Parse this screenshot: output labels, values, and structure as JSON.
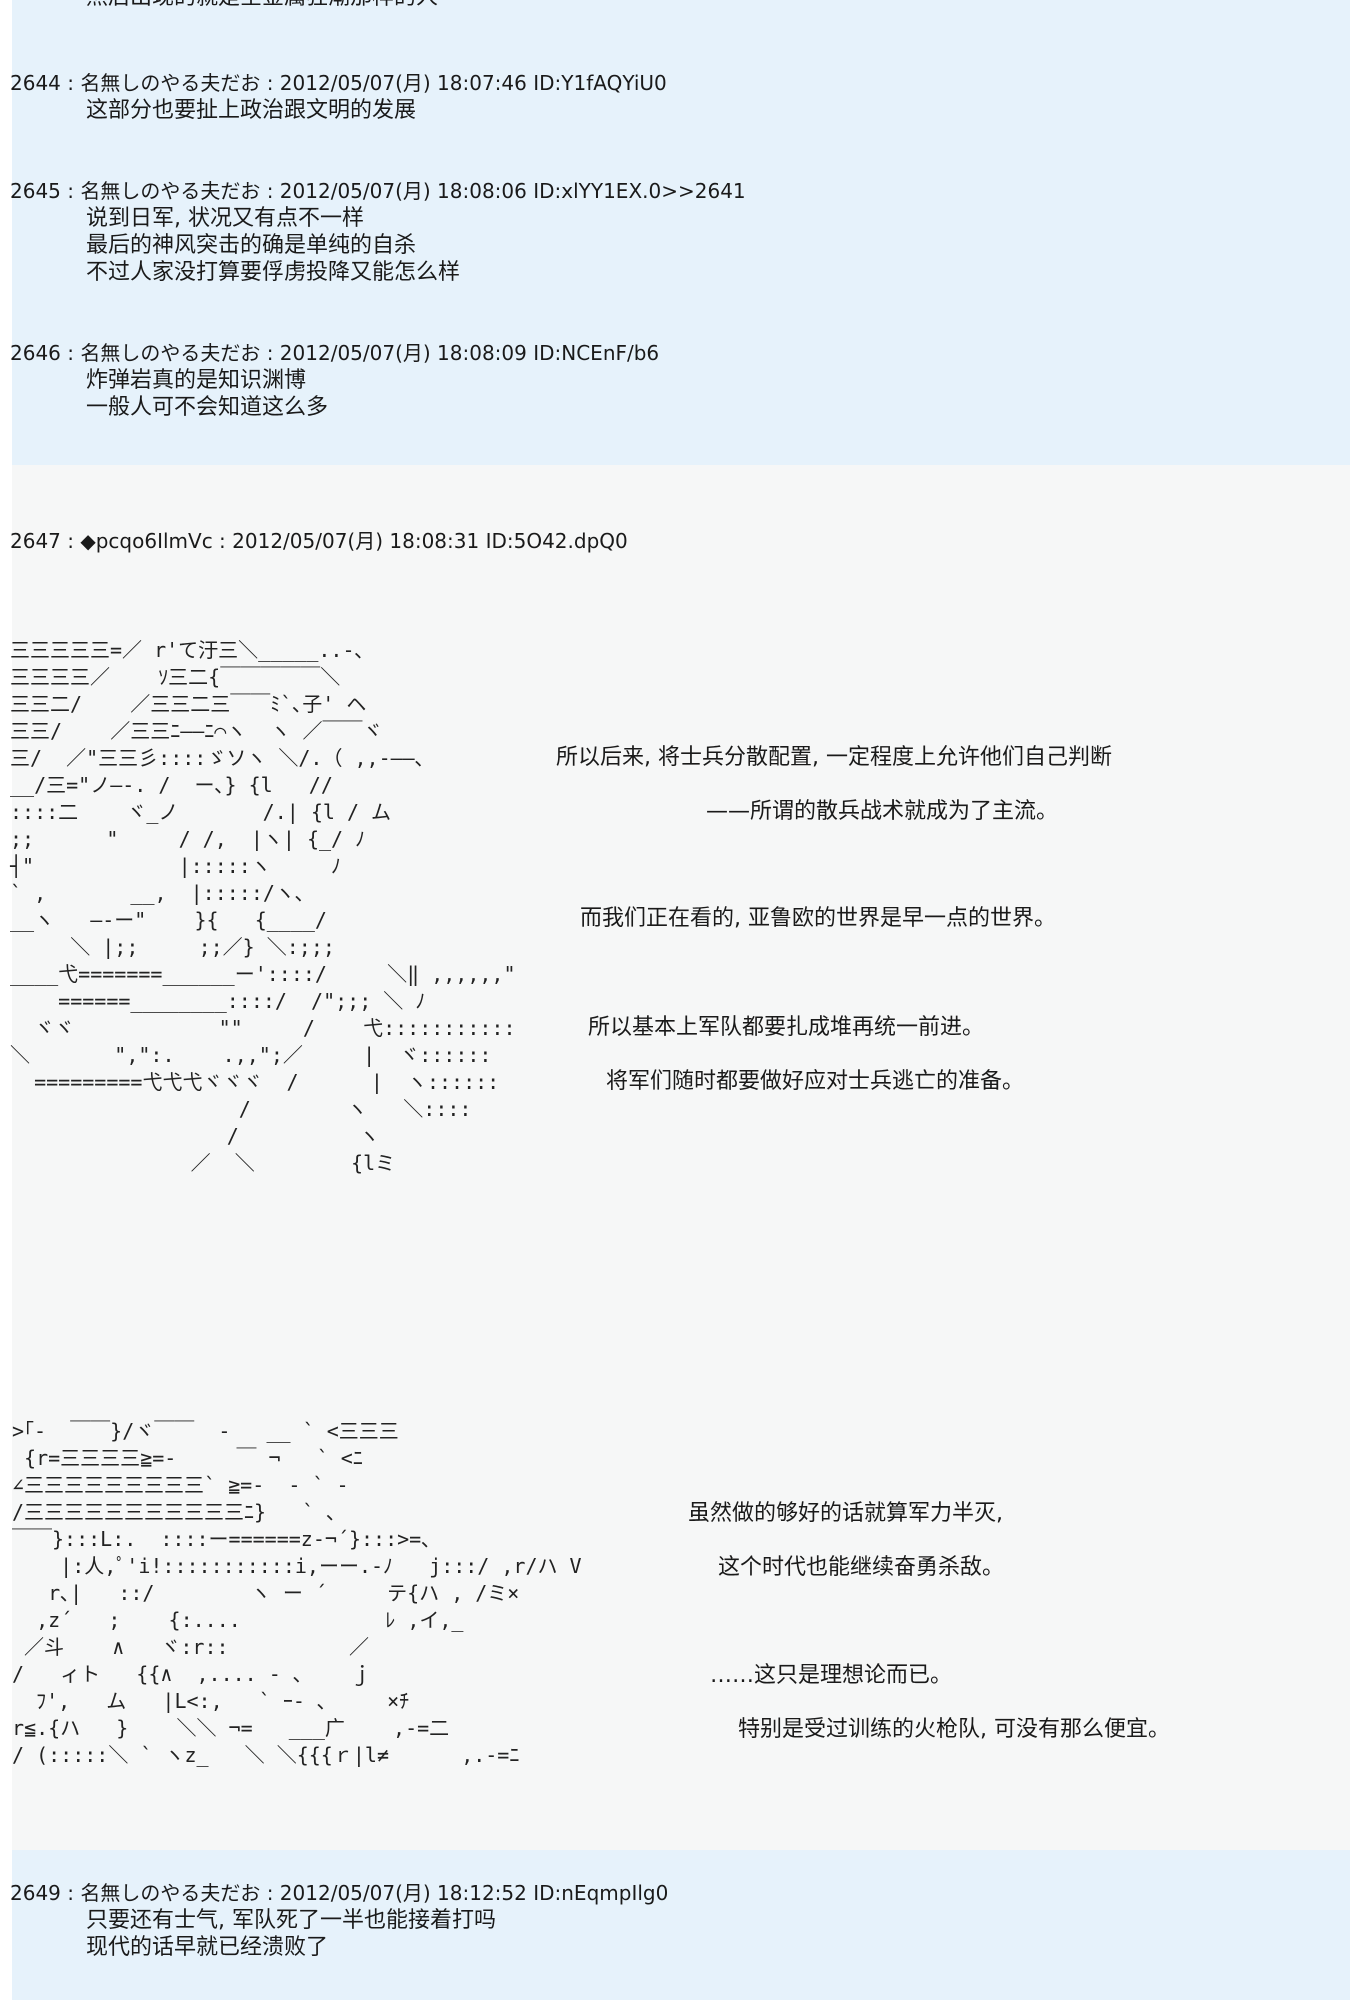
{
  "posts": {
    "p2643": {
      "tail": "然后出现的就是全金属狂潮那样的人"
    },
    "p2644": {
      "header": "2644 : 名無しのやる夫だお : 2012/05/07(月) 18:07:46 ID:Y1fAQYiU0",
      "lines": [
        "这部分也要扯上政治跟文明的发展"
      ]
    },
    "p2645": {
      "header": "2645 : 名無しのやる夫だお : 2012/05/07(月) 18:08:06 ID:xlYY1EX.0>>2641",
      "lines": [
        "说到日军, 状况又有点不一样",
        "最后的神风突击的确是单纯的自杀",
        "不过人家没打算要俘虏投降又能怎么样"
      ]
    },
    "p2646": {
      "header": "2646 : 名無しのやる夫だお : 2012/05/07(月) 18:08:09 ID:NCEnF/b6",
      "lines": [
        "炸弹岩真的是知识渊博",
        "一般人可不会知道这么多"
      ]
    },
    "p2647": {
      "header": "2647 : ◆pcqo6IlmVc : 2012/05/07(月) 18:08:31 ID:5O42.dpQ0",
      "captions": [
        "所以后来, 将士兵分散配置, 一定程度上允许他们自己判断",
        "——所谓的散兵战术就成为了主流。",
        "而我们正在看的, 亚鲁欧的世界是早一点的世界。",
        "所以基本上军队都要扎成堆再统一前进。",
        "将军们随时都要做好应对士兵逃亡的准备。",
        "虽然做的够好的话就算军力半灭,",
        "这个时代也能继续奋勇杀敌。",
        "……这只是理想论而已。",
        "特别是受过训练的火枪队, 可没有那么便宜。"
      ]
    },
    "p2649": {
      "header": "2649 : 名無しのやる夫だお : 2012/05/07(月) 18:12:52 ID:nEqmpIlg0",
      "lines": [
        "只要还有士气, 军队死了一半也能接着打吗",
        "现代的话早就已经溃败了"
      ]
    }
  },
  "ascii_art": {
    "art1": "三三三三三=／ r'て汙三＼_____..-､\n三三三三／    ｿ三二{￣￣￣￣￣＼\n三三二/    ／三三二三￣￣ﾐ`､子' ヘ\n三三/    ／三三ﾆ――ﾆ⌒ヽ  ヽ ／￣￣ヾ\n三/  ／\"三三彡::::ゞソヽ ＼/.（ ,,-――､\n__/三=\"ノ―-. /  ー､} {l   //\n::::二    ヾ_ノ       /.| {l / ム\n;;      \"     / /,  |ヽ| {_/ ﾉ\n┤\"            |:::::ヽ     ﾉ\n` ,       __,  |:::::/ヽ､\n__ヽ   ―-ー\"    }{   {____/\n     ＼ |;;     ;;／} ＼:;;;\n____弋=======______ー'::::/     ＼‖ ,,,,,,\"\n    ======________::::/  /\";;; ＼ ﾉ\n  ヾヾ            \"\"     /    弋:::::::::::\n＼       \",\":.    .,,\";／     |  ヾ::::::\n  =========弋弋弋ヾヾヾ  /      |  ヽ::::::\n                   /        ヽ   ＼::::\n                  /          ヽ\n               ／  ＼        {lミ",
    "art2": ">｢-  ￣￣}/ヾ￣￣  -   __ ` <三三三\n {r=三三三三≧=-     ￣ ¬   ` <ﾆ\n∠三三三三三三三三三` ≧=-  - ` -\n/三三三三三三三三三三三ﾆ}   ` ､\n￣￣}:::L:.  ::::ー======z-¬´}:::>=､\n    |:人,ﾟ'i!:::::::::::i,ーー.-ﾉ   j:::/ ,r/ハ V\n   r､|   ::/        ヽ ー ´     テ{ハ , /ミ×\n  ,z´   ;    {:....            ﾚ ,イ,_\n ／斗    ∧   ヾ:r::          ／\n/   ィト   {{∧  ,.... - ､    ｊ\n  ﾌ',   ム   |L<:,   ` ｰ- ､     ×ﾁ\nr≦.{ハ   }    ＼＼ ¬=   ___广    ,-=二\n/ (:::::＼ ` ヽz_   ＼ ＼{{{ｒ|l≠      ,.-=ﾆ"
  }
}
